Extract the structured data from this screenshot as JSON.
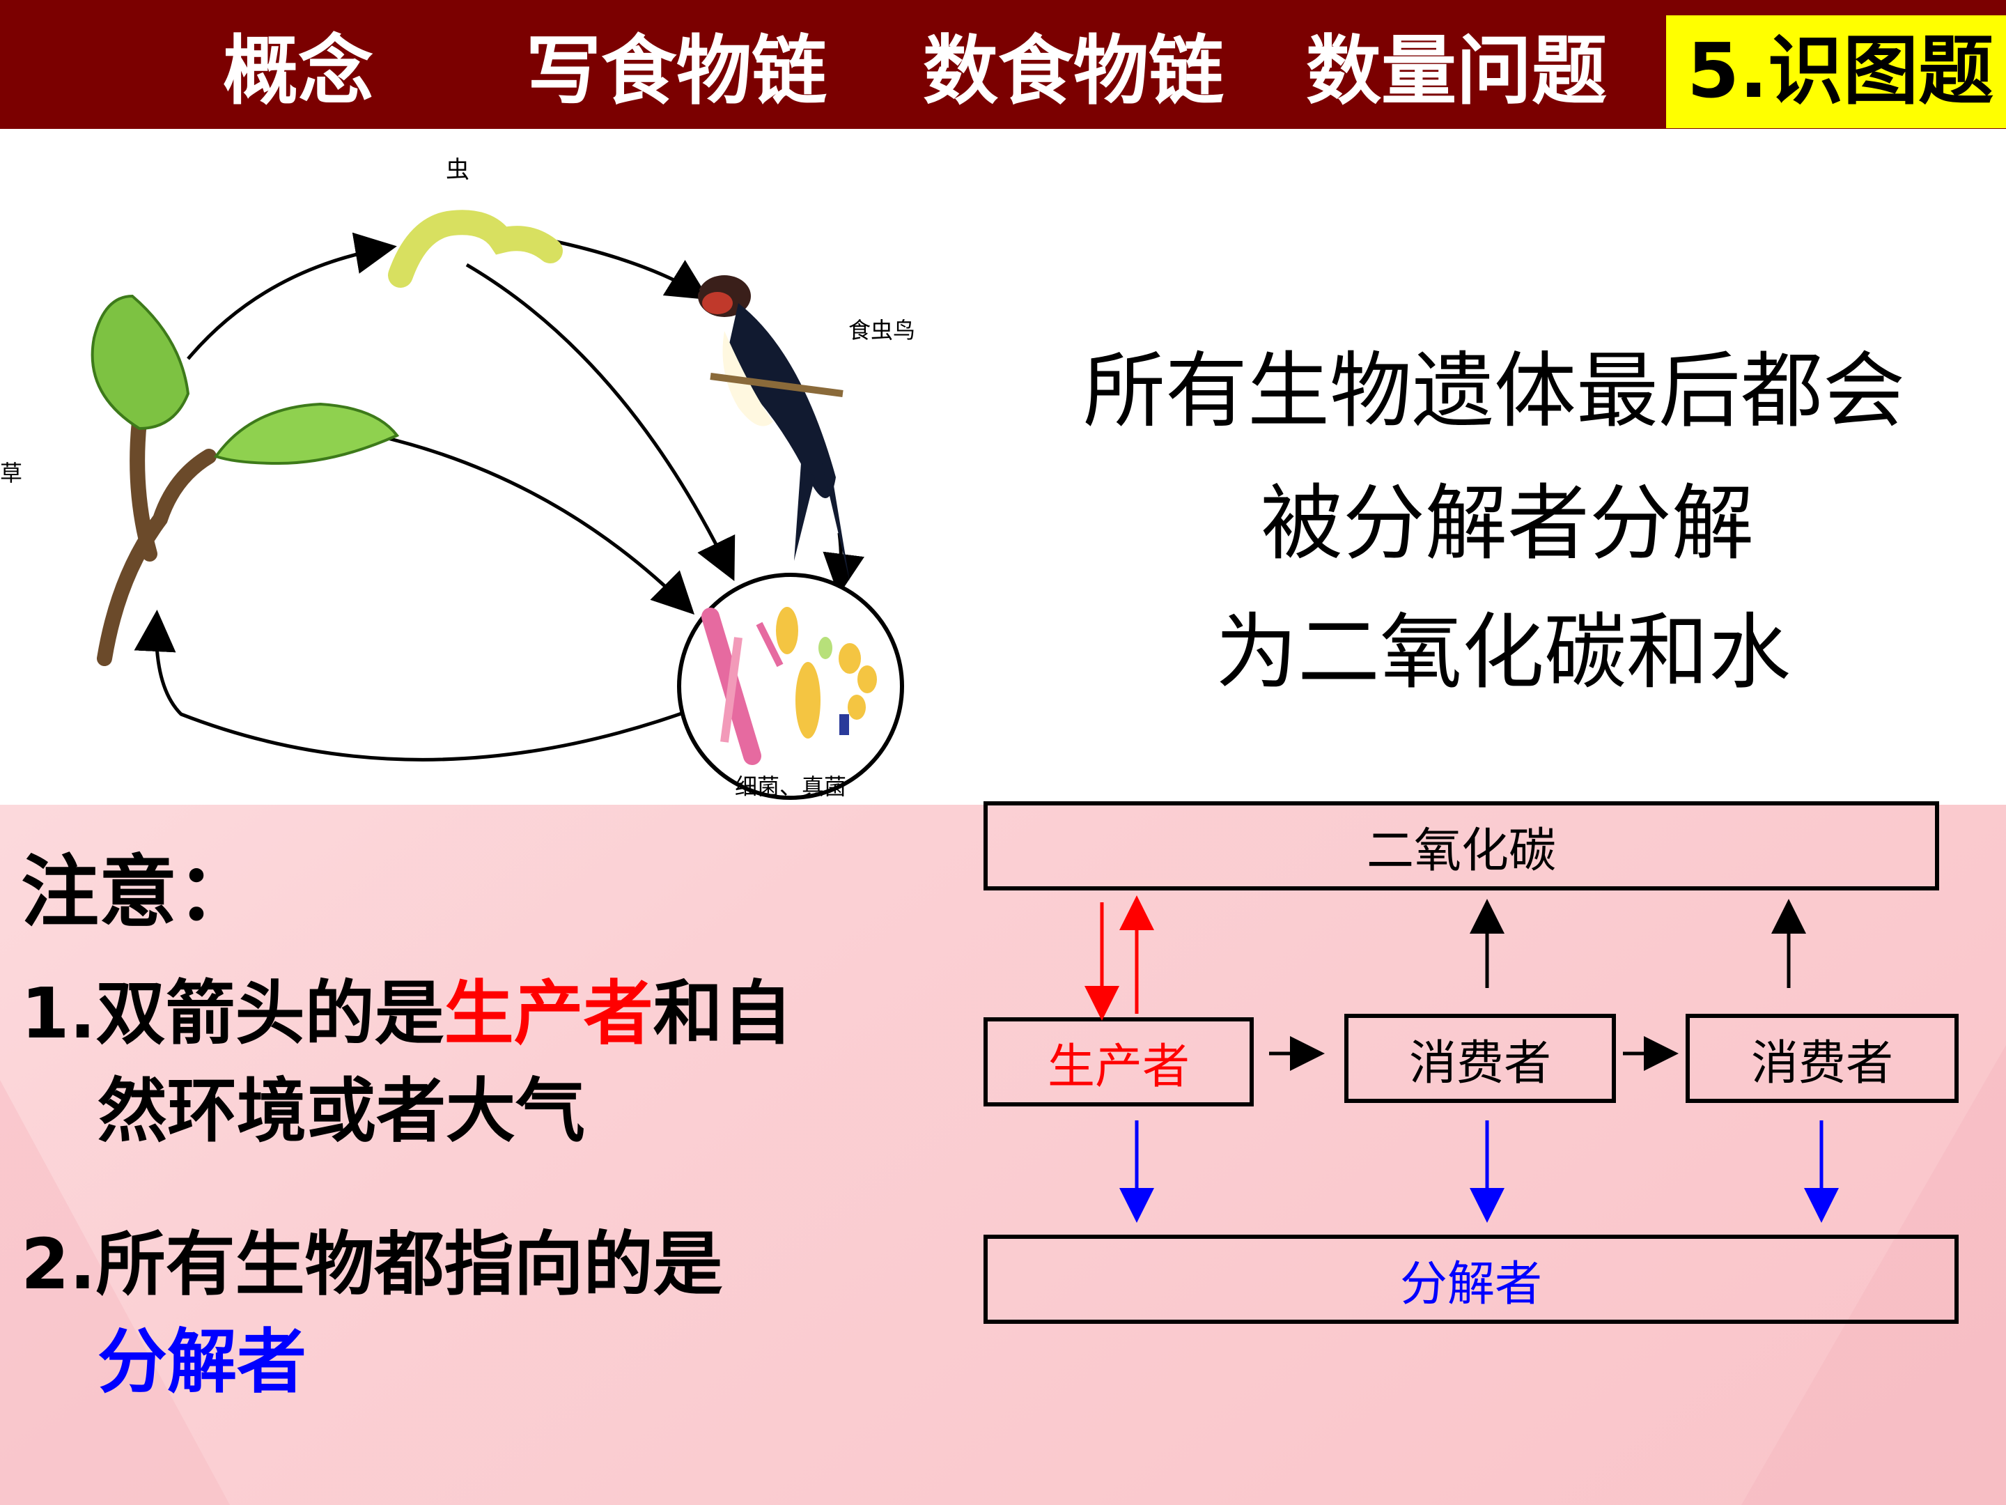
{
  "nav": {
    "tabs": [
      {
        "label": "概念"
      },
      {
        "label": "写食物链"
      },
      {
        "label": "数食物链"
      },
      {
        "label": "数量问题"
      },
      {
        "label": "5.识图题"
      }
    ],
    "active_index": 4
  },
  "illustration": {
    "insect_label": "虫",
    "bird_label": "食虫鸟",
    "grass_label": "草",
    "decomposer_label": "细菌、真菌"
  },
  "statement": {
    "line1": "所有生物遗体最后都会",
    "line2": "被分解者分解",
    "line3": "为二氧化碳和水"
  },
  "notes": {
    "title": "注意：",
    "item1_prefix": "1.双箭头的是",
    "item1_highlight": "生产者",
    "item1_suffix": "和自",
    "item1_line2": "然环境或者大气",
    "item2_line1": "2.所有生物都指向的是",
    "item2_highlight": "分解者"
  },
  "flow": {
    "co2": "二氧化碳",
    "producer": "生产者",
    "consumer1": "消费者",
    "consumer2": "消费者",
    "decomposer": "分解者"
  },
  "colors": {
    "topbar": "#7b0000",
    "active_tab": "#ffff00",
    "pink": "#fcd2d6",
    "red": "#ff0000",
    "blue": "#0000ff"
  }
}
